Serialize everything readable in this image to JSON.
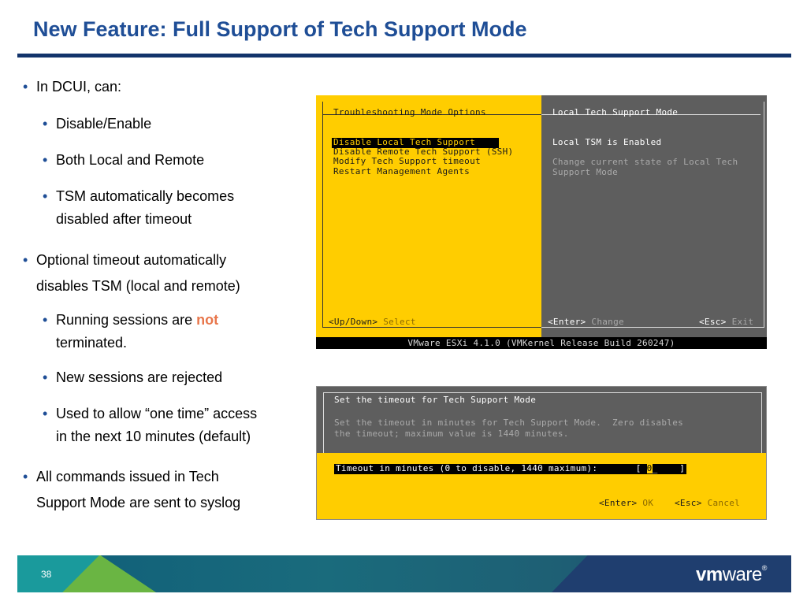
{
  "title": "New Feature: Full Support of Tech Support Mode",
  "bullets": {
    "b1": "In DCUI, can:",
    "b1a": "Disable/Enable",
    "b1b": "Both Local and Remote",
    "b1c_l1": "TSM automatically becomes",
    "b1c_l2": "disabled after timeout",
    "b2_l1": "Optional timeout automatically",
    "b2_l2": "disables TSM (local and remote)",
    "b2a_pre": "Running sessions are ",
    "b2a_em": "not",
    "b2a_l2": "terminated.",
    "b2b": "New sessions are rejected",
    "b2c_l1": "Used to allow “one time” access",
    "b2c_l2": "in the next 10 minutes (default)",
    "b3_l1": "All commands issued in Tech",
    "b3_l2": "Support Mode are sent to syslog"
  },
  "screen1": {
    "left_title": "Troubleshooting Mode Options",
    "options": [
      "Disable Local Tech Support",
      "Disable Remote Tech Support (SSH)",
      "Modify Tech Support timeout",
      "Restart Management Agents"
    ],
    "right_title": "Local Tech Support Mode",
    "status": "Local TSM is Enabled",
    "desc_l1": "Change current state of Local Tech",
    "desc_l2": "Support Mode",
    "key_updown": "<Up/Down>",
    "act_select": "Select",
    "key_enter": "<Enter>",
    "act_change": "Change",
    "key_esc": "<Esc>",
    "act_exit": "Exit",
    "footer": "VMware ESXi 4.1.0 (VMKernel Release Build 260247)"
  },
  "screen2": {
    "title": "Set the timeout for Tech Support Mode",
    "desc_l1": "Set the timeout in minutes for Tech Support Mode.  Zero disables",
    "desc_l2": "the timeout; maximum value is 1440 minutes.",
    "field_label": "Timeout in minutes (0 to disable, 1440 maximum):",
    "field_open": "[",
    "field_value": "0",
    "field_close": "]",
    "key_enter": "<Enter>",
    "act_ok": "OK",
    "key_esc": "<Esc>",
    "act_cancel": "Cancel"
  },
  "footer": {
    "page_number": "38",
    "logo": "vmware"
  }
}
